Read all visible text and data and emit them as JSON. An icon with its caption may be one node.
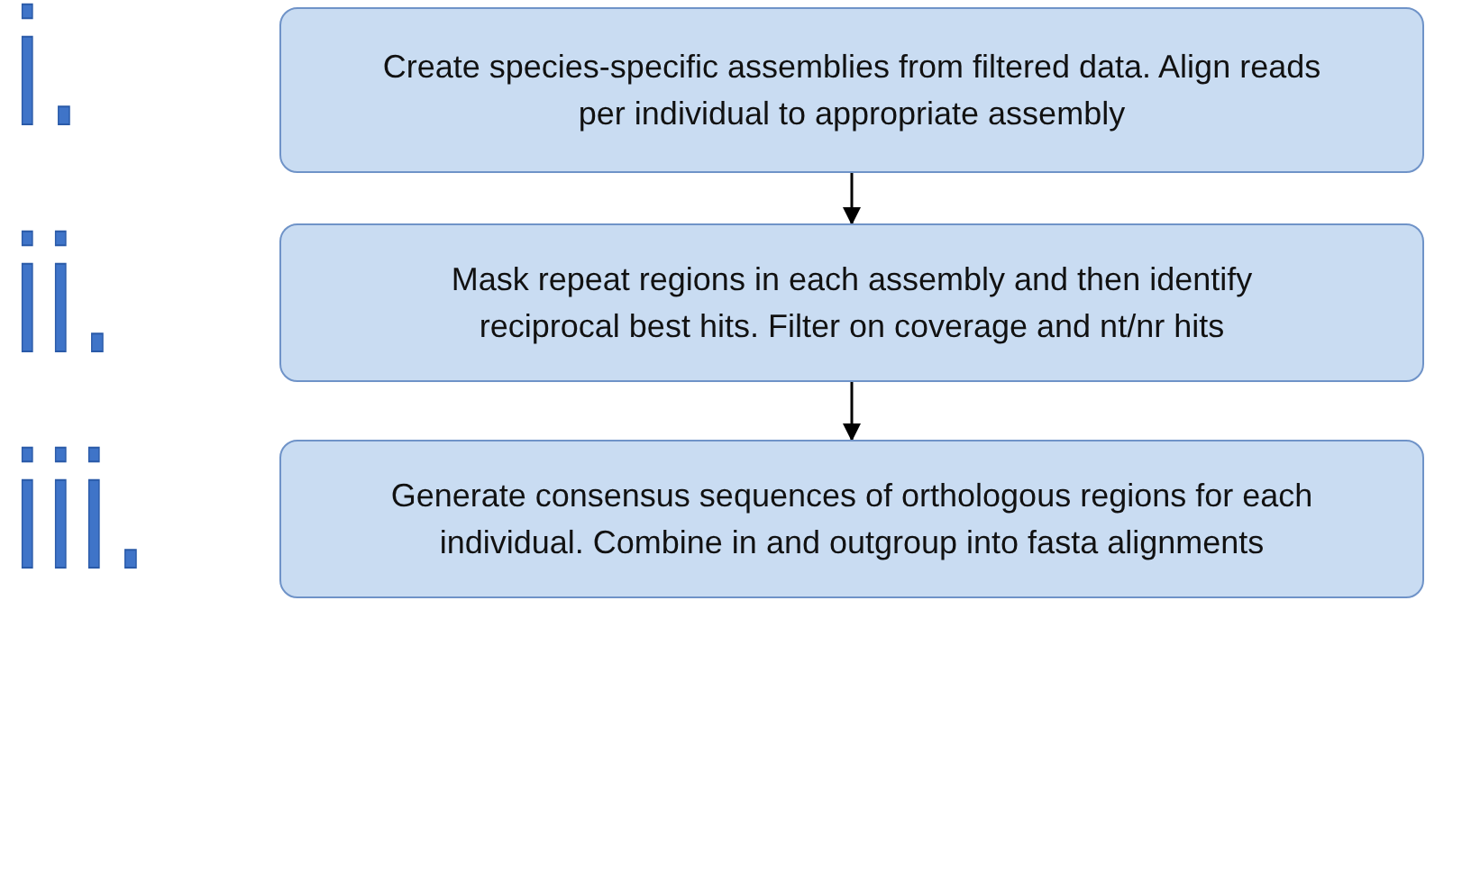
{
  "diagram": {
    "nodes": [
      {
        "text": [
          "Create species-specific assemblies from filtered data. Align reads per individual to appropriate assembly"
        ]
      },
      {
        "text": [
          "Mask repeat regions in each assembly and then identify reciprocal best hits. Filter on coverage and nt/nr hits"
        ]
      },
      {
        "text": [
          "Generate consensus sequences of orthologous regions for each individual. Combine in and outgroup into fasta alignments"
        ]
      }
    ],
    "edges": [
      {
        "from": 0,
        "to": 1,
        "arrow": "to"
      },
      {
        "from": 1,
        "to": 2,
        "arrow": "to"
      }
    ],
    "labels": [
      "i.",
      "ii.",
      "iii."
    ]
  }
}
